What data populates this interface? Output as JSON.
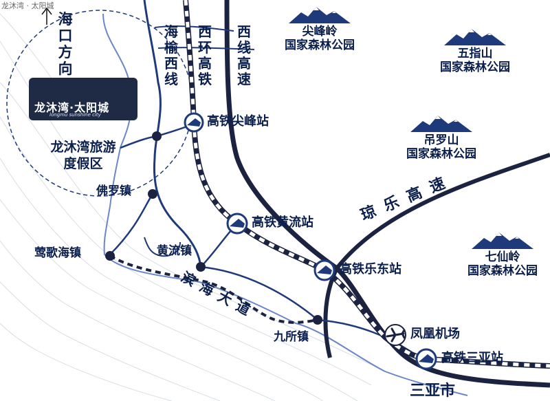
{
  "watermark": "龙沐湾 · 太阳城",
  "logo": {
    "title": "龙沐湾·太阳城",
    "subtitle": "longmu sunshine city"
  },
  "direction": {
    "text": "海口方向",
    "arrow": "up-arrow"
  },
  "resort": {
    "name": "龙沐湾旅游度假区"
  },
  "roads": {
    "haiyu_west": "海榆西线",
    "west_ring_hsr": "西环高铁",
    "west_expressway": "西线高速",
    "qiongle_expressway": "琼乐高速",
    "binhai_avenue": "滨海大道"
  },
  "stations": {
    "jianfeng": "高铁尖峰站",
    "huangliu": "高铁黄流站",
    "ledong": "高铁乐东站",
    "sanya": "高铁三亚站"
  },
  "towns": {
    "foluo": "佛罗镇",
    "yinggehai": "莺歌海镇",
    "huangliu": "黄流镇",
    "jiusuo": "九所镇"
  },
  "airport": {
    "name": "凤凰机场",
    "icon": "airplane-icon"
  },
  "city": {
    "name": "三亚市"
  },
  "parks": [
    {
      "name": "尖峰岭",
      "sub": "国家森林公园"
    },
    {
      "name": "五指山",
      "sub": "国家森林公园"
    },
    {
      "name": "吊罗山",
      "sub": "国家森林公园"
    },
    {
      "name": "七仙岭",
      "sub": "国家森林公园"
    }
  ],
  "colors": {
    "navy": "#0b1f4d",
    "road": "#1f3a7a",
    "highway": "#1b2340",
    "coast": "#6a86c8"
  }
}
